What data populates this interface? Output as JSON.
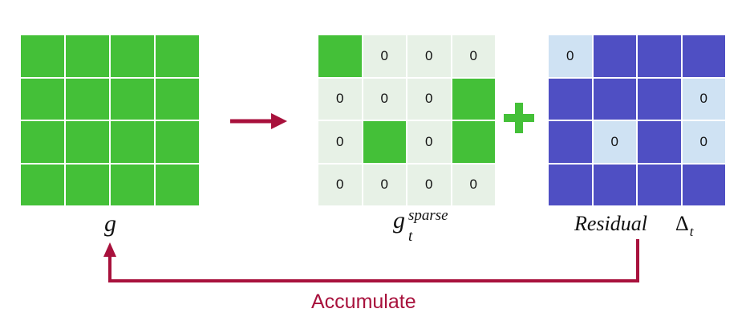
{
  "colors": {
    "gradient_green": "#44c038",
    "sparse_background": "#e7f1e6",
    "residual_blue": "#4f4fc3",
    "residual_zero": "#cfe2f3",
    "arrow_crimson": "#a8113c"
  },
  "gradient": {
    "cells": [
      [
        "",
        "",
        "",
        ""
      ],
      [
        "",
        "",
        "",
        ""
      ],
      [
        "",
        "",
        "",
        ""
      ],
      [
        "",
        "",
        "",
        ""
      ]
    ],
    "label": "g"
  },
  "sparse_gradient": {
    "cells": [
      [
        "",
        "0",
        "0",
        "0"
      ],
      [
        "0",
        "0",
        "0",
        ""
      ],
      [
        "0",
        "",
        "0",
        ""
      ],
      [
        "0",
        "0",
        "0",
        "0"
      ]
    ],
    "label_base": "g",
    "label_sub": "t",
    "label_sup": "sparse"
  },
  "plus_sign": "+",
  "residual": {
    "cells": [
      [
        "0",
        "",
        "",
        ""
      ],
      [
        "",
        "",
        "",
        "0"
      ],
      [
        "",
        "0",
        "",
        "0"
      ],
      [
        "",
        "",
        "",
        ""
      ]
    ],
    "label": "Residual",
    "delta_symbol": "Δ",
    "delta_sub": "t"
  },
  "accumulate_label": "Accumulate"
}
